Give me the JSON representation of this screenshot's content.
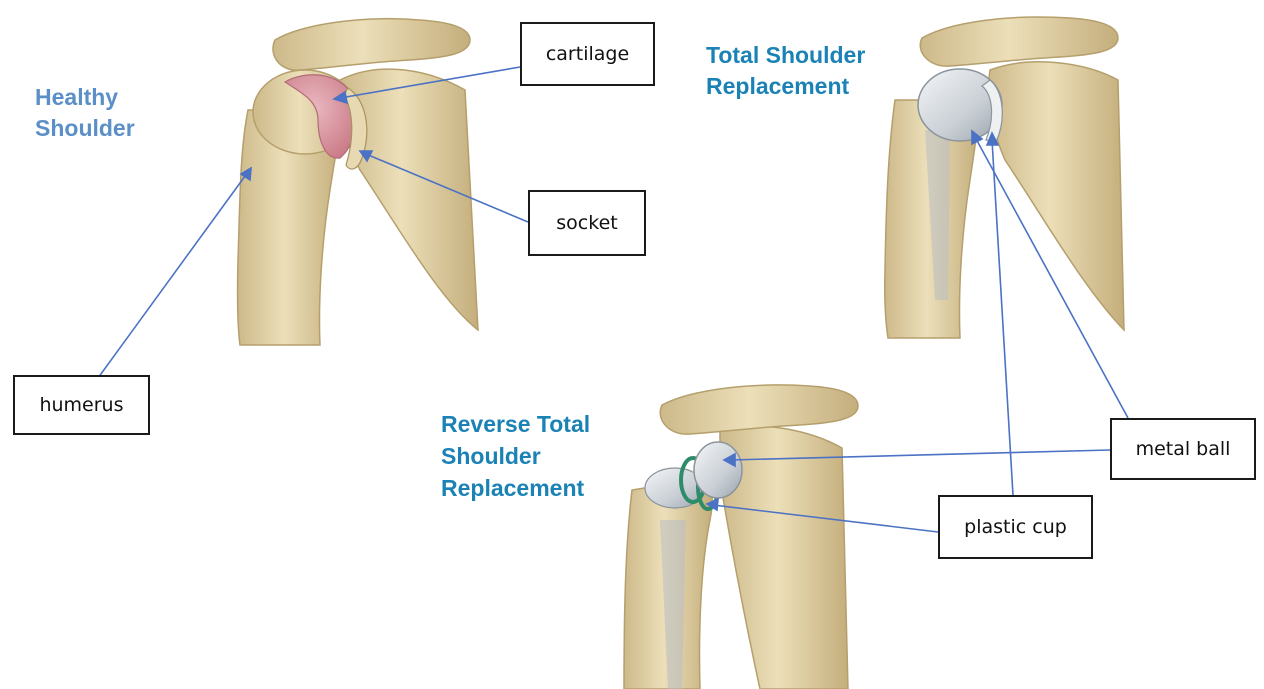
{
  "headings": {
    "healthy": [
      "Healthy",
      "Shoulder"
    ],
    "total": [
      "Total Shoulder",
      "Replacement"
    ],
    "reverse": [
      "Reverse Total",
      "Shoulder",
      "Replacement"
    ]
  },
  "labels": {
    "cartilage": "cartilage",
    "socket": "socket",
    "humerus": "humerus",
    "metal_ball": "metal ball",
    "plastic_cup": "plastic cup"
  },
  "colors": {
    "heading_light": "#5b8fc7",
    "heading_dark": "#1b82b6",
    "leader_line": "#4b72c4",
    "bone": "#e3d3a6",
    "bone_shade": "#c7b383",
    "cartilage": "#d78d98",
    "implant_metal": "#d2d7dc",
    "implant_cup": "#2f8c6a"
  },
  "icons": [
    "healthy-shoulder-illustration",
    "total-replacement-illustration",
    "reverse-replacement-illustration"
  ]
}
